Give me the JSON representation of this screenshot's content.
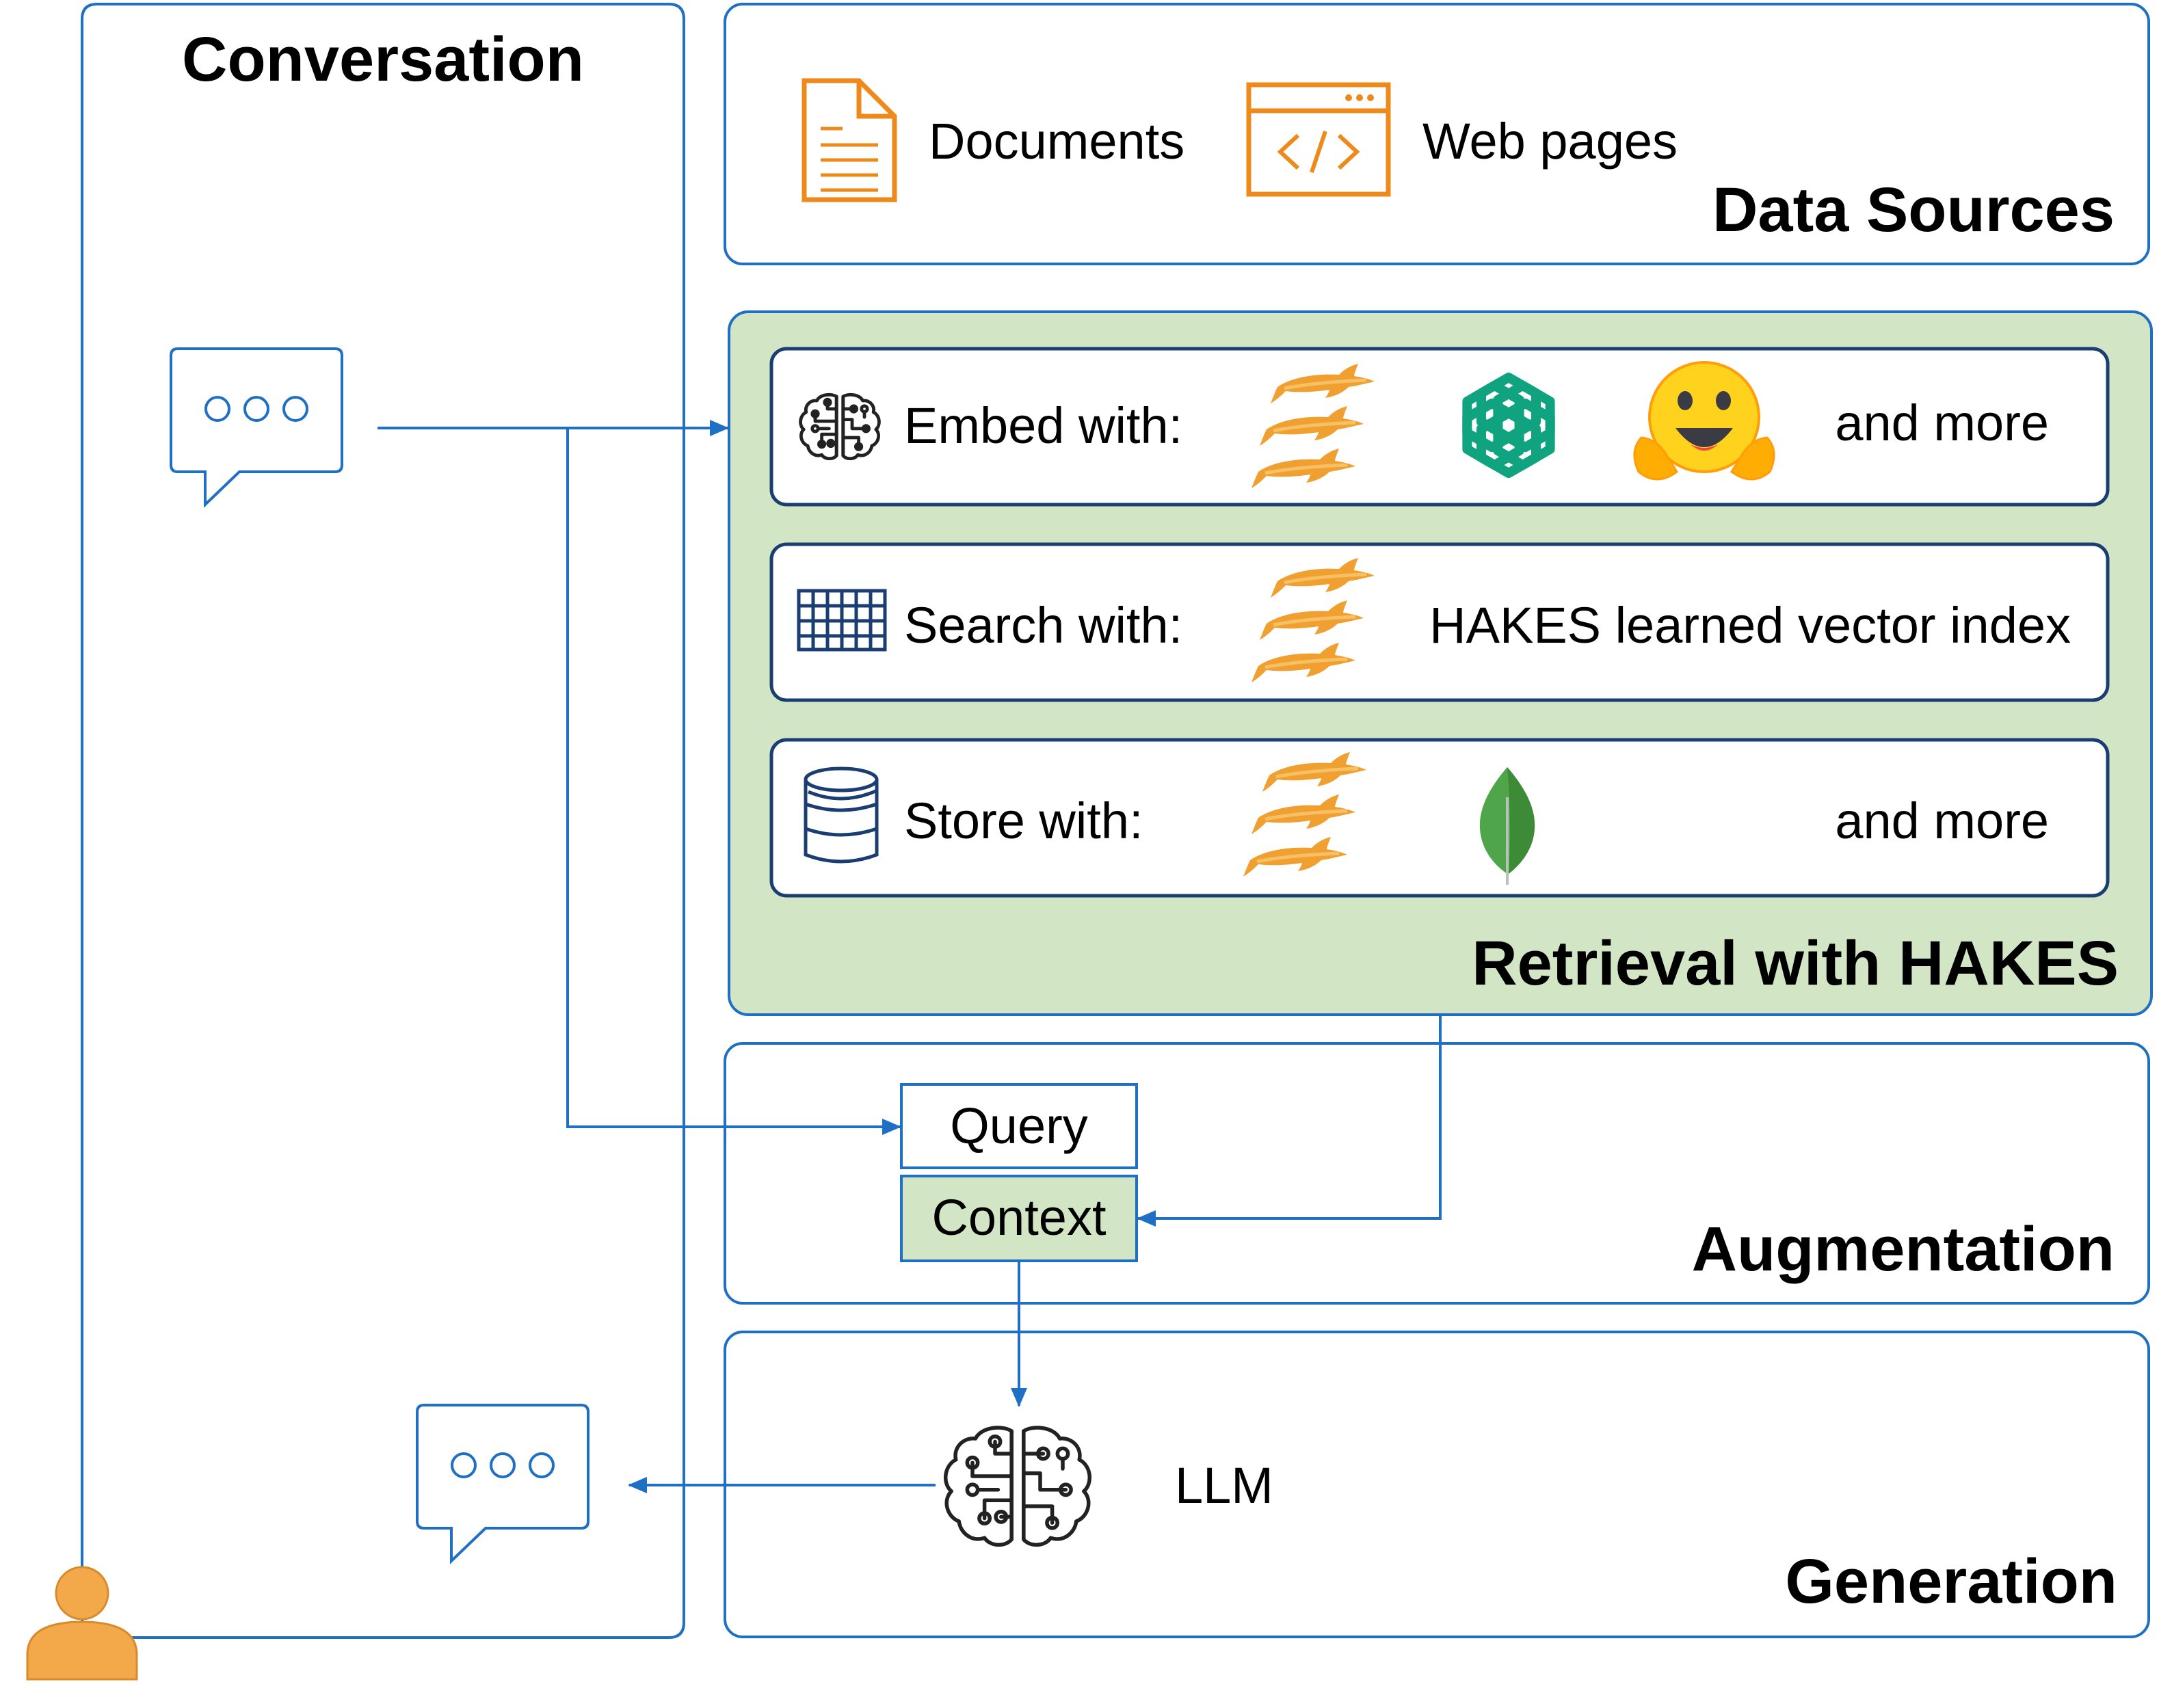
{
  "conversation": {
    "title": "Conversation"
  },
  "data_sources": {
    "title": "Data Sources",
    "items": [
      {
        "label": "Documents",
        "icon": "document-icon"
      },
      {
        "label": "Web pages",
        "icon": "web-page-code-icon"
      }
    ]
  },
  "retrieval": {
    "title": "Retrieval with HAKES",
    "rows": [
      {
        "label": "Embed with:",
        "icon": "brain-circuit-icon",
        "extra": "and more"
      },
      {
        "label": "Search with:",
        "icon": "grid-table-icon",
        "extra": "HAKES learned vector index"
      },
      {
        "label": "Store with:",
        "icon": "database-icon",
        "extra": "and more"
      }
    ]
  },
  "augmentation": {
    "title": "Augmentation",
    "query_label": "Query",
    "context_label": "Context"
  },
  "generation": {
    "title": "Generation",
    "llm_label": "LLM"
  },
  "colors": {
    "line_blue": "#1f6fc4",
    "box_navy": "#1a3e72",
    "retrieval_green": "#d2e5c4",
    "orange": "#ee8a1c",
    "openai_green": "#10a37f",
    "mongo_green": "#4fa64a"
  }
}
